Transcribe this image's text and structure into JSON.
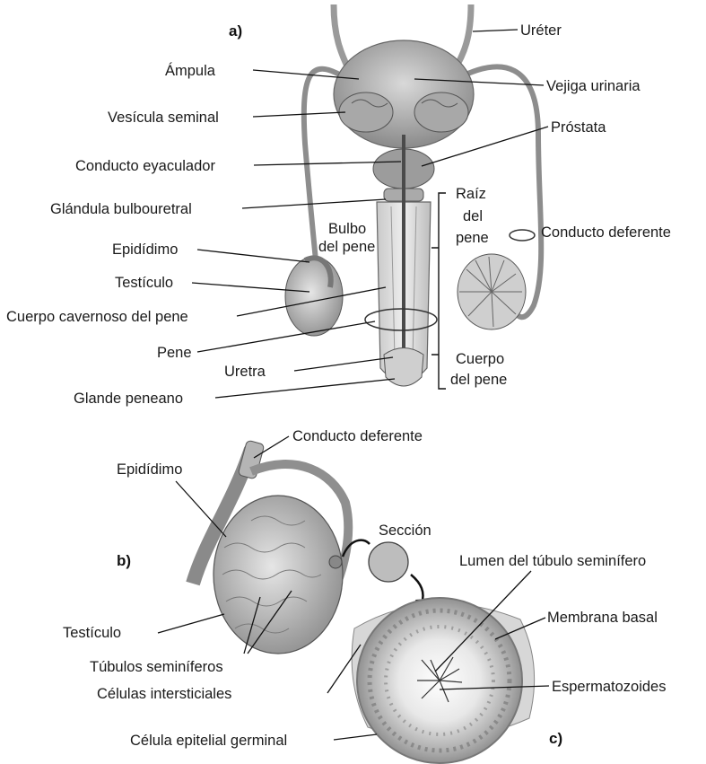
{
  "panels": {
    "a": "a)",
    "b": "b)",
    "c": "c)"
  },
  "panel_a": {
    "ureter": "Uréter",
    "ampula": "Ámpula",
    "vejiga": "Vejiga urinaria",
    "vesicula": "Vesícula seminal",
    "prostata": "Próstata",
    "eyaculador": "Conducto eyaculador",
    "bulbouretral": "Glándula bulbouretral",
    "bulbo_1": "Bulbo",
    "bulbo_2": "del pene",
    "raiz_1": "Raíz",
    "raiz_2": "del",
    "raiz_3": "pene",
    "deferente": "Conducto deferente",
    "epididimo": "Epidídimo",
    "testiculo": "Testículo",
    "cavernoso": "Cuerpo cavernoso del pene",
    "pene": "Pene",
    "cuerpo_1": "Cuerpo",
    "cuerpo_2": "del pene",
    "uretra": "Uretra",
    "glande": "Glande peneano"
  },
  "panel_b": {
    "deferente": "Conducto deferente",
    "epididimo": "Epidídimo",
    "seccion": "Sección",
    "testiculo": "Testículo",
    "tubulos": "Túbulos seminíferos"
  },
  "panel_c": {
    "lumen": "Lumen del túbulo seminífero",
    "membrana": "Membrana basal",
    "intersticiales": "Células intersticiales",
    "esperma": "Espermatozoides",
    "epitelial": "Célula epitelial germinal"
  }
}
